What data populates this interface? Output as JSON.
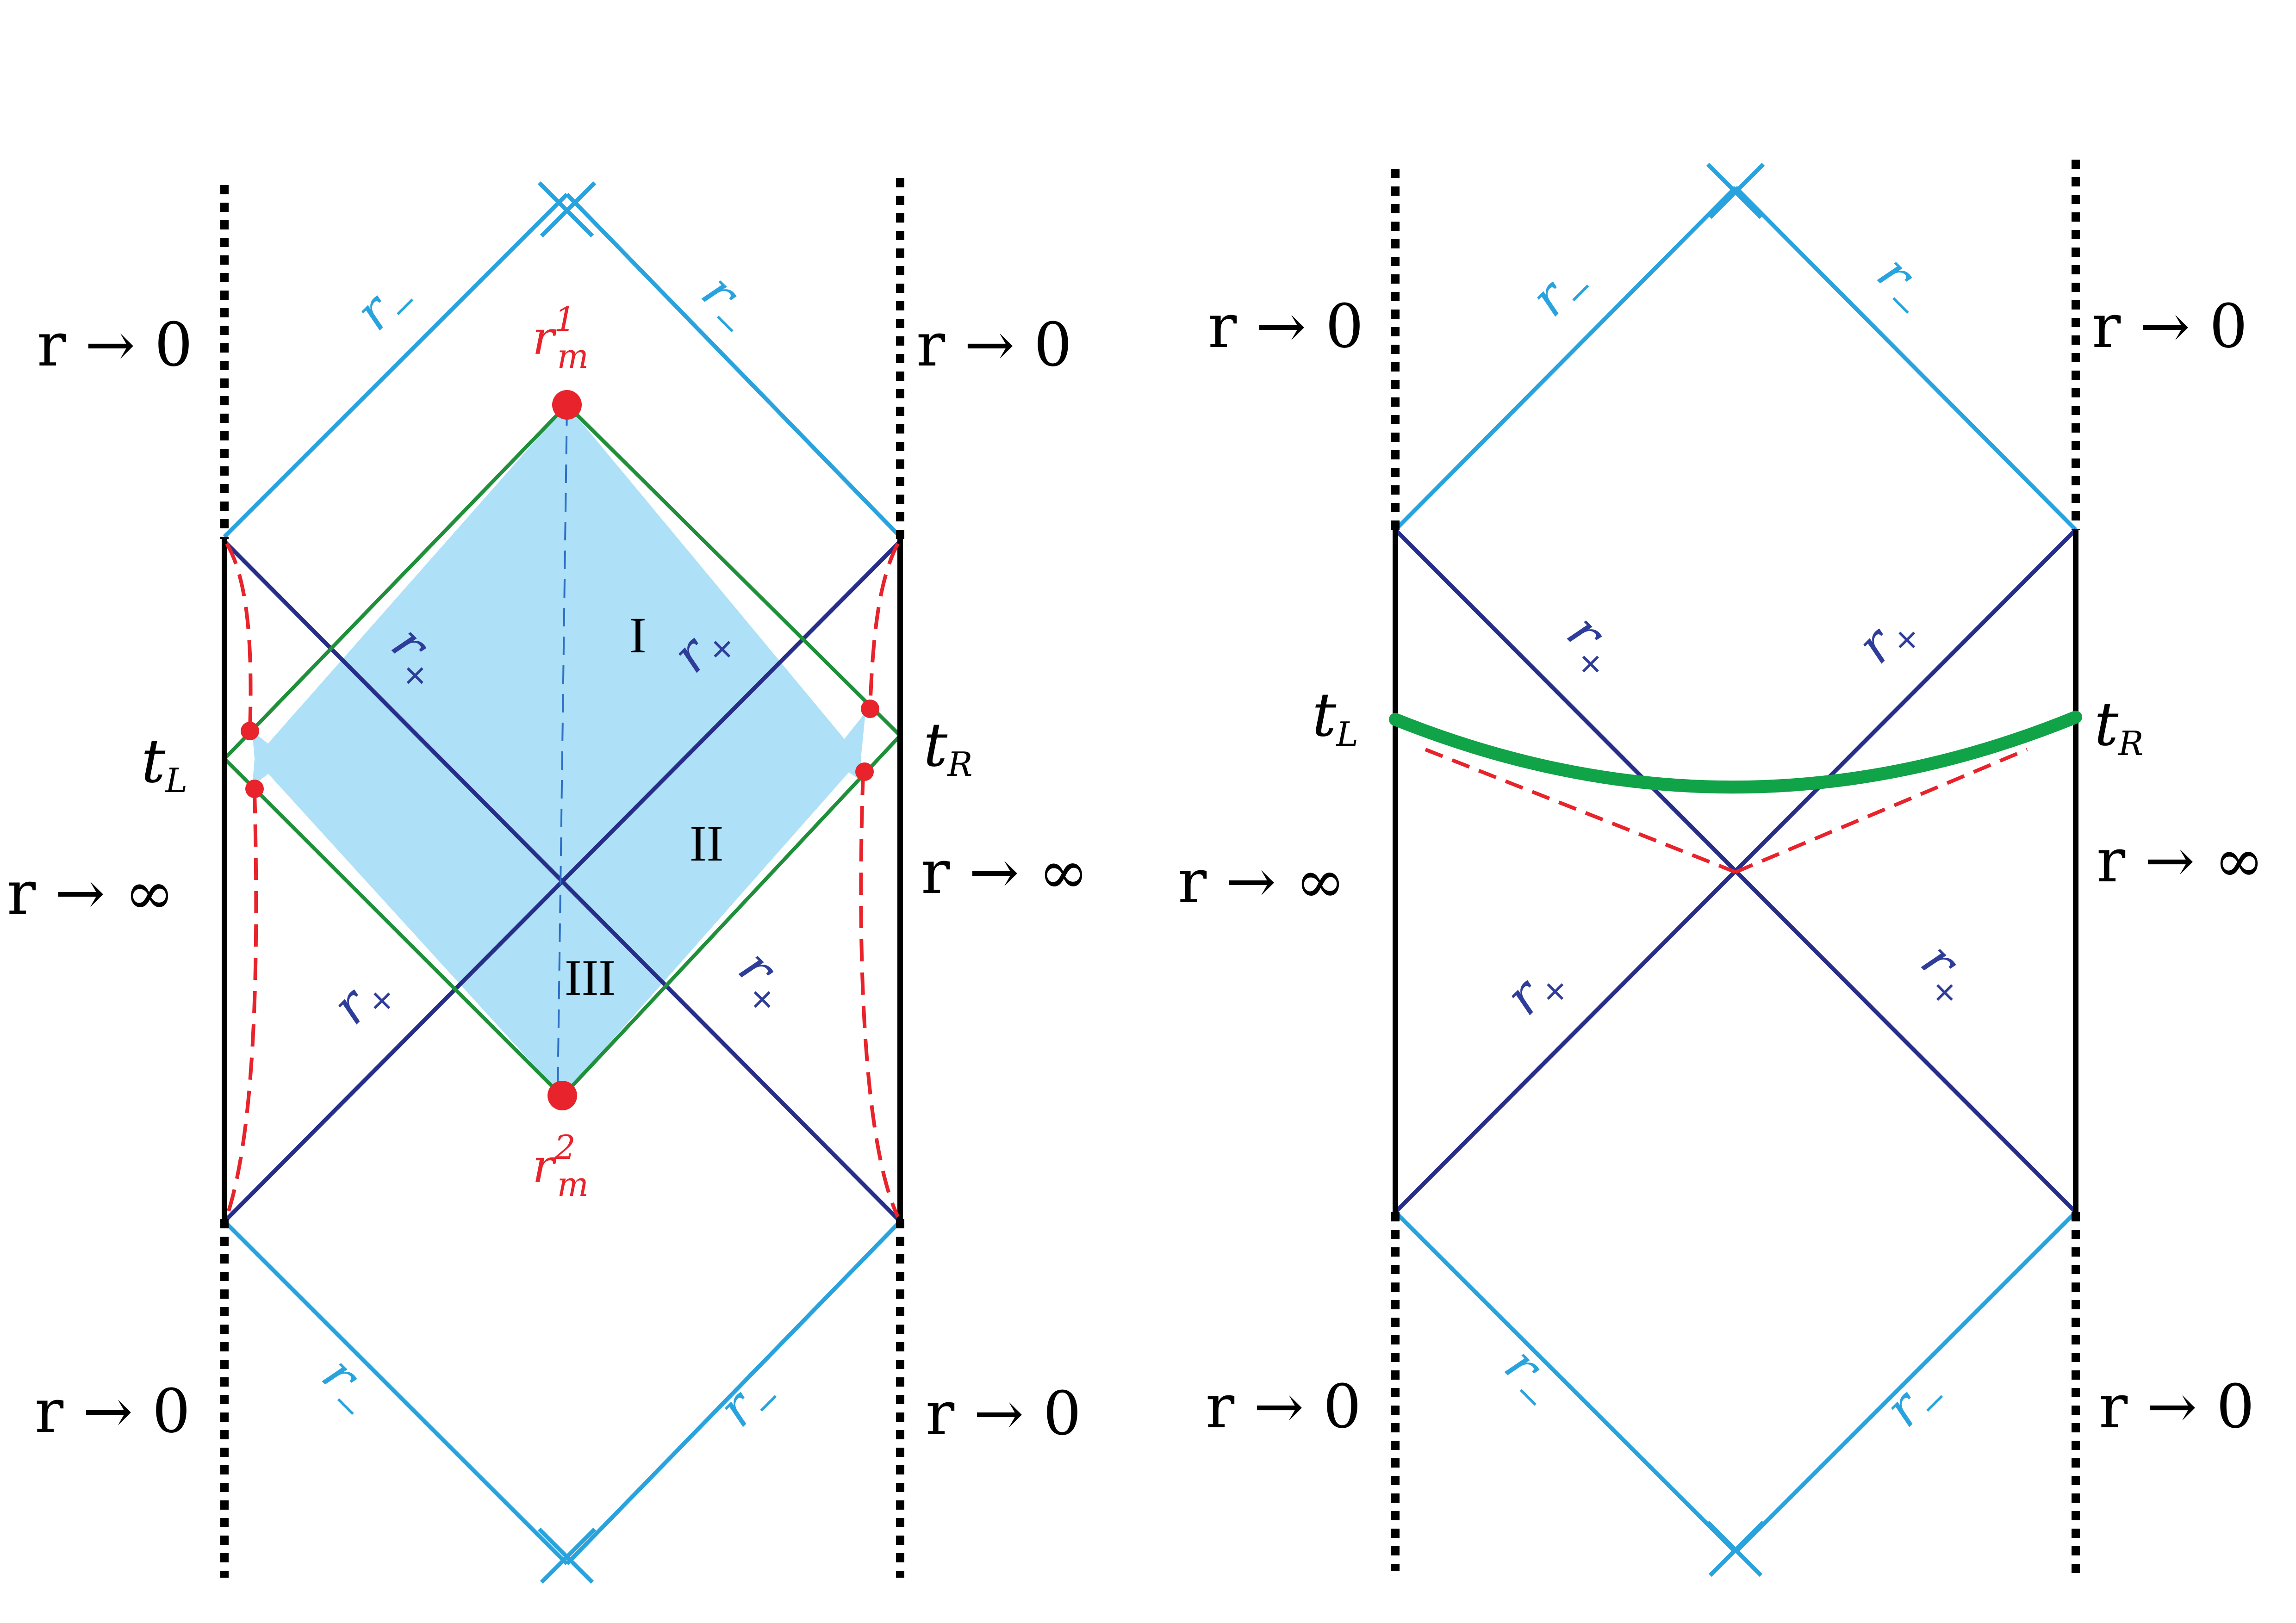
{
  "labels": {
    "r_to_zero": "r → 0",
    "r_to_infinity": "r → ∞",
    "r_minus_base": "r",
    "r_minus_sub": "−",
    "r_plus_base": "r",
    "r_plus_sub": "+",
    "t": "t",
    "t_left_sub": "L",
    "t_right_sub": "R",
    "r_m_base": "r",
    "r_m_sub": "m",
    "r_m1_sup": "1",
    "r_m2_sup": "2",
    "region_I": "I",
    "region_II": "II",
    "region_III": "III"
  },
  "colors": {
    "singularity_dotted": "#000000",
    "boundary": "#000000",
    "inner_horizon": "#29a3dd",
    "outer_horizon": "#262e8a",
    "wedge_fill": "#aee1f7",
    "wedge_edge": "#1f8f3a",
    "extremal_point": "#e8232b",
    "dashed_curve": "#e8232b",
    "hm_surface": "#10a347",
    "rm_label": "#e8232b",
    "rminus_label": "#29a3dd",
    "rplus_label": "#2f3d9a"
  }
}
